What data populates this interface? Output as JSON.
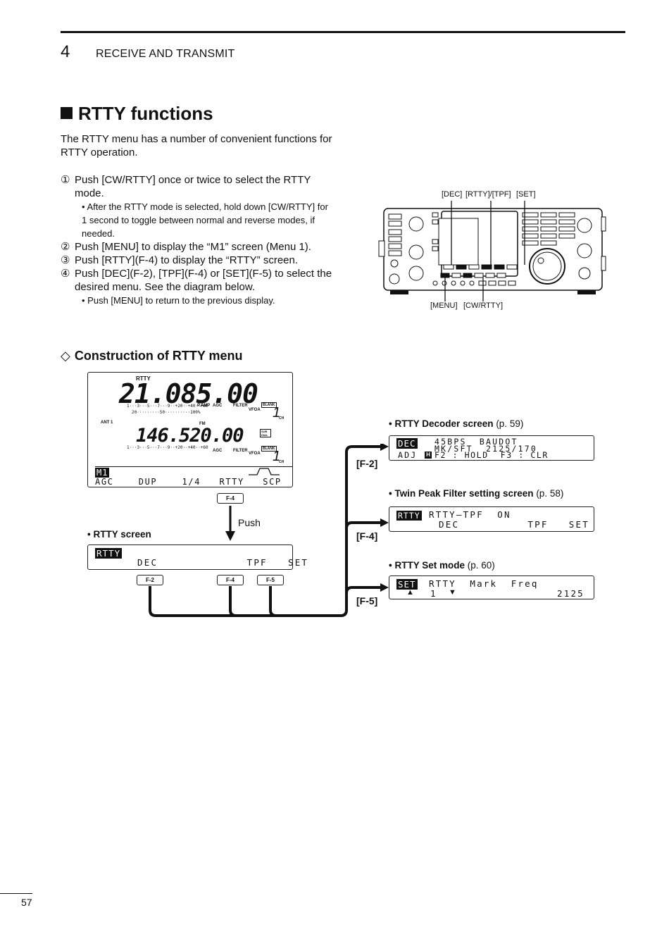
{
  "header": {
    "chapter_number": "4",
    "chapter_title": "RECEIVE AND TRANSMIT"
  },
  "section": {
    "title": "RTTY functions",
    "intro": "The RTTY menu has a number of convenient functions for RTTY operation."
  },
  "steps": [
    {
      "num": "①",
      "text": "Push [CW/RTTY] once or twice to select the RTTY mode."
    },
    {
      "bullet": "• After the RTTY mode is selected, hold down [CW/RTTY] for 1 second to toggle between normal and reverse modes, if needed."
    },
    {
      "num": "②",
      "text": "Push [MENU] to display the “M1” screen (Menu 1)."
    },
    {
      "num": "③",
      "text": "Push [RTTY](F-4) to display the “RTTY” screen."
    },
    {
      "num": "④",
      "text": "Push [DEC](F-2), [TPF](F-4) or [SET](F-5) to select the desired menu. See the diagram below."
    },
    {
      "bullet": "• Push [MENU] to return to the previous display."
    }
  ],
  "radio": {
    "labels_top": {
      "dec": "[DEC]",
      "rtty_tpf": "[RTTY]/[TPF]",
      "set": "[SET]"
    },
    "labels_bottom": {
      "menu": "[MENU]",
      "cw_rtty": "[CW/RTTY]"
    }
  },
  "subsection": {
    "title": "Construction of RTTY menu",
    "marker": "◇"
  },
  "main_lcd": {
    "mode": "RTTY",
    "freq_main": "21.085.00",
    "freq_sub": "146.520.00",
    "ant": "ANT 1",
    "fm": "FM",
    "vfoa": "VFOA",
    "ch": "CH",
    "ch_num": "1",
    "blank": "BLANK",
    "sub_dial": "SUB DIAL",
    "meter_top": "1···3···5···7···9··+20··+40··+60",
    "meter_po": "20·········50··········100%",
    "pamp": "P.AMP",
    "agc": "AGC",
    "filter": "FILTER",
    "menu_tag": "M1",
    "menu_row": "AGC    DUP    1/4   RTTY   SCP"
  },
  "f4_key": "F-4",
  "push_label": "Push",
  "rtty_screen": {
    "title": "• RTTY screen",
    "tag": "RTTY",
    "row": "DEC             TPF   SET"
  },
  "fkeys": {
    "f2": "F-2",
    "f4": "F-4",
    "f5": "F-5"
  },
  "branches": {
    "f2": "[F-2]",
    "f4": "[F-4]",
    "f5": "[F-5]"
  },
  "decoder": {
    "title": "• RTTY Decoder screen",
    "ref": "(p. 59)",
    "tag": "DEC",
    "line1": "45BPS  BAUDOT",
    "line2": "MK/SFT  2125/170",
    "adj": "ADJ",
    "h": "H",
    "line3": "F2 : HOLD  F3 : CLR"
  },
  "tpf": {
    "title": "• Twin Peak Filter setting screen",
    "ref": "(p. 58)",
    "tag": "RTTY",
    "line1": "RTTY–TPF  ON",
    "line2": "DEC          TPF   SET"
  },
  "set": {
    "title": "• RTTY Set mode",
    "ref": "(p. 60)",
    "tag": "SET",
    "line1": "RTTY  Mark  Freq",
    "up": "▲",
    "val": "1",
    "down": "▼",
    "freq": "2125"
  },
  "page_number": "57"
}
